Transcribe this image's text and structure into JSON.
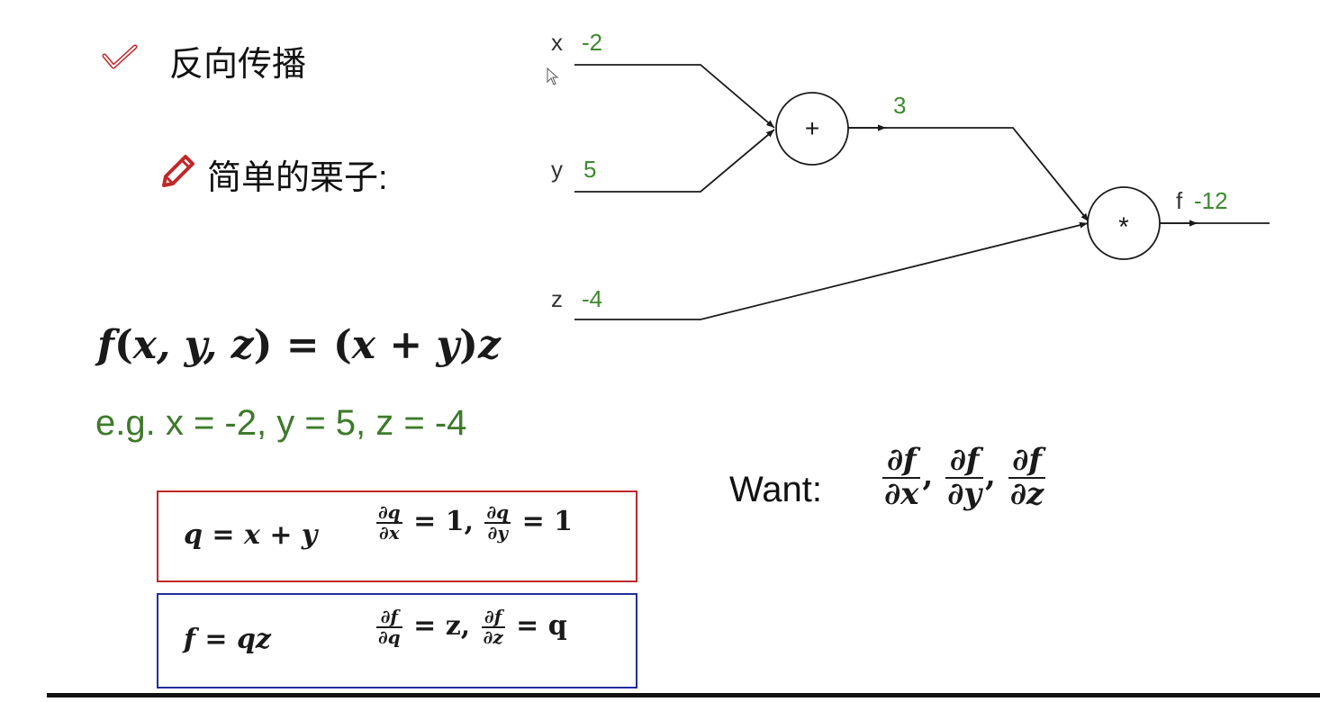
{
  "heading": {
    "icon": "check-icon",
    "text": "反向传播"
  },
  "subheading": {
    "icon": "pencil-icon",
    "text": "简单的栗子:"
  },
  "function_def": {
    "f": "f",
    "open1": "(",
    "args": "x, y, z",
    "close1": ")",
    "eq": " = ",
    "open2": "(",
    "sum": "x + y",
    "close2": ")",
    "z": "z"
  },
  "example": "e.g. x = -2, y = 5, z = -4",
  "box_q": {
    "border_color": "#c0282a",
    "lhs": "q",
    "eq": " = ",
    "rhs": "x + y",
    "d1_num": "∂q",
    "d1_den": "∂x",
    "d1_val": " = 1,",
    "d2_num": "∂q",
    "d2_den": "∂y",
    "d2_val": " = 1"
  },
  "box_f": {
    "border_color": "#1f2e9c",
    "lhs": "f",
    "eq": " = ",
    "rhs": "qz",
    "d1_num": "∂f",
    "d1_den": "∂q",
    "d1_val": " = z,",
    "d2_num": "∂f",
    "d2_den": "∂z",
    "d2_val": " = q"
  },
  "want": {
    "label": "Want:",
    "fracs": [
      {
        "num": "∂f",
        "den": "∂x",
        "sep": ","
      },
      {
        "num": "∂f",
        "den": "∂y",
        "sep": ","
      },
      {
        "num": "∂f",
        "den": "∂z",
        "sep": ""
      }
    ]
  },
  "graph": {
    "value_color": "#3d8a2e",
    "inputs": [
      {
        "name": "x",
        "value": "-2"
      },
      {
        "name": "y",
        "value": "5"
      },
      {
        "name": "z",
        "value": "-4"
      }
    ],
    "nodes": [
      {
        "op": "+",
        "out_name": "",
        "out_value": "3"
      },
      {
        "op": "*",
        "out_name": "f",
        "out_value": "-12"
      }
    ]
  }
}
